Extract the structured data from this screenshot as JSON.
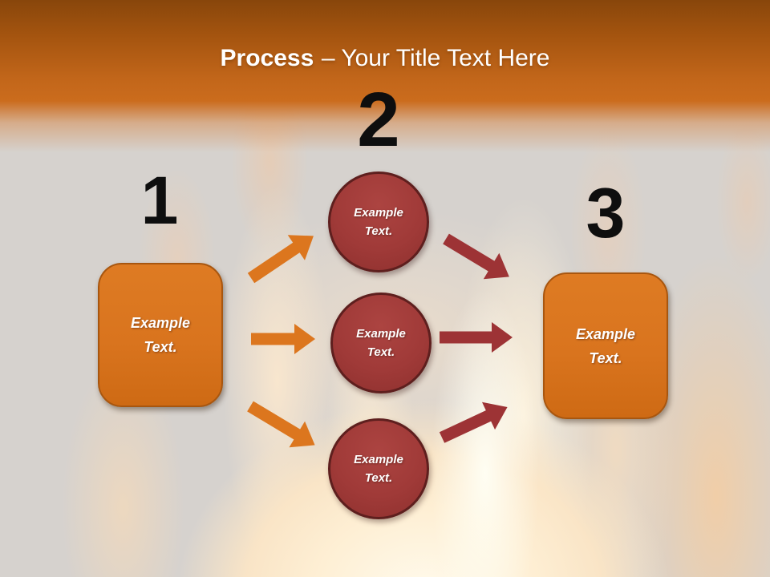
{
  "slide": {
    "title": {
      "bold": "Process",
      "rest": "– Your Title Text Here"
    },
    "numbers": [
      "1",
      "2",
      "3"
    ],
    "left_box": {
      "line1": "Example",
      "line2": "Text."
    },
    "right_box": {
      "line1": "Example",
      "line2": "Text."
    },
    "circles": [
      {
        "line1": "Example",
        "line2": "Text."
      },
      {
        "line1": "Example",
        "line2": "Text."
      },
      {
        "line1": "Example",
        "line2": "Text."
      }
    ],
    "icons": {
      "orange_arrows": "right-arrow (3: up-right, right, down-right)",
      "red_arrows": "right-arrow (3: down-right, right, up-right)"
    },
    "colors": {
      "header_gradient_top": "#88460B",
      "header_gradient_bottom": "#CB6C1D",
      "title_text": "#FFFFFF",
      "number_text": "#0E0E0E",
      "box_fill": "#D9741E",
      "box_border": "#A8560F",
      "circle_fill": "#A03A38",
      "circle_border": "#5E1F1E",
      "arrow_orange": "#DC761E",
      "arrow_red": "#9D3335",
      "background_gray": "#D6D2CE",
      "flame_glow": "#FEEFD4"
    }
  }
}
